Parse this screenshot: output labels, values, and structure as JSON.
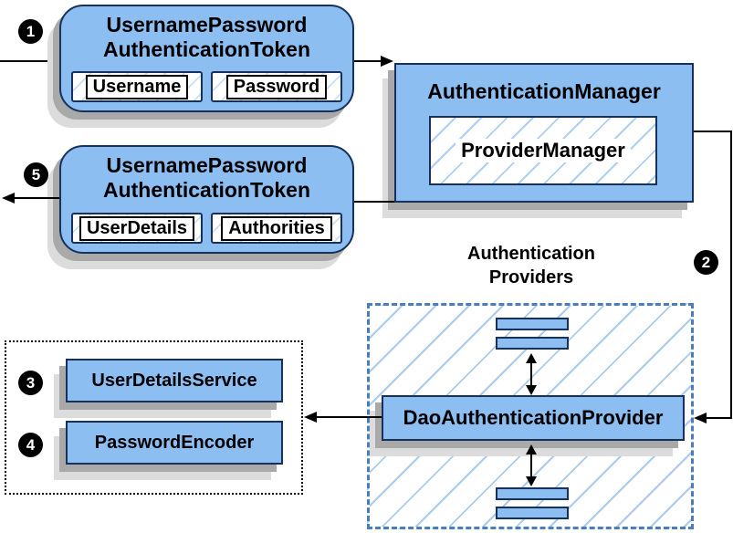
{
  "diagram_title": "spring-security-authentication-flow",
  "badges": {
    "step1": "1",
    "step2": "2",
    "step3": "3",
    "step4": "4",
    "step5": "5"
  },
  "nodes": {
    "request_token": {
      "title_line1": "UsernamePassword",
      "title_line2": "AuthenticationToken",
      "field1": "Username",
      "field2": "Password"
    },
    "authentication_manager": {
      "title": "AuthenticationManager",
      "inner": "ProviderManager"
    },
    "response_token": {
      "title_line1": "UsernamePassword",
      "title_line2": "AuthenticationToken",
      "field1": "UserDetails",
      "field2": "Authorities"
    },
    "providers_group": {
      "label_line1": "Authentication",
      "label_line2": "Providers"
    },
    "dao_authentication_provider": {
      "title": "DaoAuthenticationProvider"
    },
    "user_details_service": {
      "title": "UserDetailsService"
    },
    "password_encoder": {
      "title": "PasswordEncoder"
    }
  },
  "colors": {
    "node_fill": "#8cbef2",
    "node_border": "#16325c",
    "hatch_line": "#a8cbee",
    "dashed_border": "#4a7dbf",
    "shadow_dark": "#a9a9a9",
    "shadow_light": "#dcdcdc",
    "arrow": "#000000",
    "badge_bg": "#000000",
    "badge_text": "#ffffff"
  }
}
